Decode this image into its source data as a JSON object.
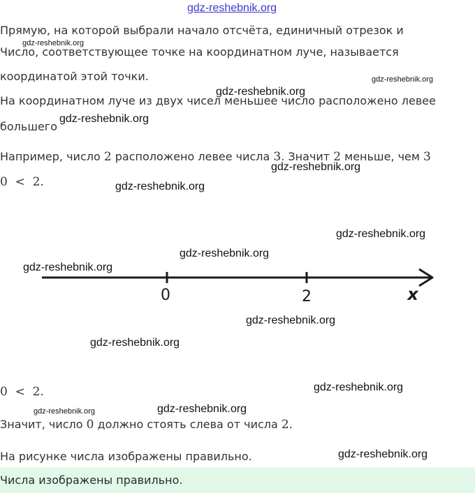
{
  "watermark_text": "gdz-reshebnik.org",
  "text": {
    "l1": "Прямую, на которой выбрали начало отсчёта, единичный отрезок и",
    "l2": "Число, соответствующее точке на координатном луче, называется",
    "l3": "координатой этой точки.",
    "l4": "На координатном луче из двух чисел меньшее число расположено левее",
    "l5": "большего",
    "ex_a": "Например, число ",
    "ex_n1": "2",
    "ex_b": " расположено левее числа ",
    "ex_n2": "3",
    "ex_c": ". Значит ",
    "ex_n3": "2",
    "ex_d": " меньше, чем ",
    "ex_n4": "3",
    "ineq1": "0  <  2.",
    "ineq2": "0  <  2.",
    "concl_a": "Значит, число ",
    "concl_n1": "0",
    "concl_b": " должно стоять слева от числа ",
    "concl_n2": "2",
    "concl_c": ".",
    "pic_note": "На рисунке числа изображены правильно.",
    "answer": "Числа изображены правильно."
  },
  "figure": {
    "tick_labels": [
      "0",
      "2"
    ],
    "axis_label": "x"
  },
  "colors": {
    "answer_bg": "#e2f9ea",
    "top_watermark": "#3a3ad0"
  }
}
